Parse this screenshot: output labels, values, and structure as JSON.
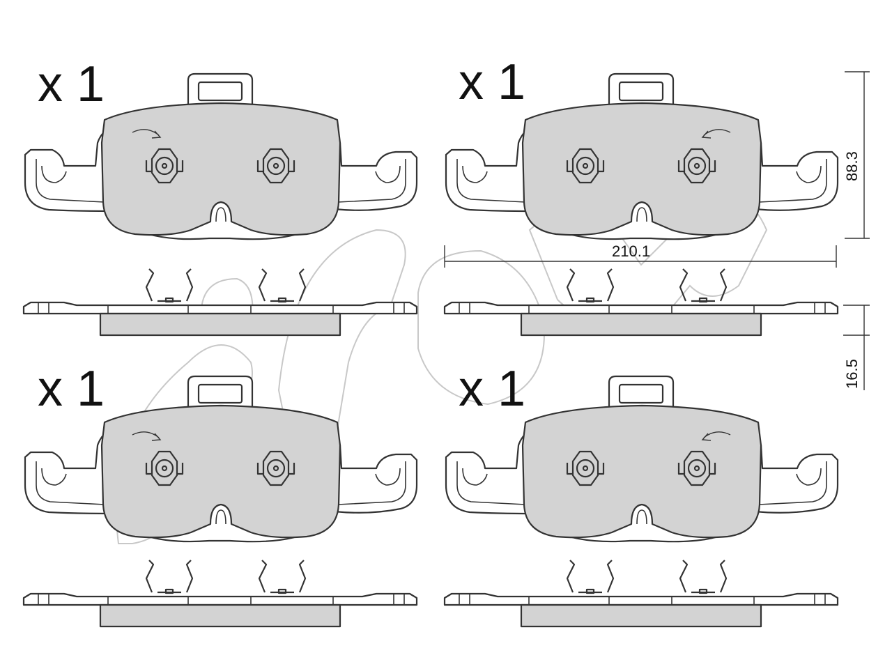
{
  "quantities": {
    "top_left": "x 1",
    "top_right": "x 1",
    "bottom_left": "x 1",
    "bottom_right": "x 1"
  },
  "dimensions": {
    "width": "210.1",
    "height": "88.3",
    "thickness": "16.5"
  },
  "colors": {
    "friction_material": "#d3d3d3",
    "outline": "#333333",
    "watermark": "#c8c8c8"
  }
}
